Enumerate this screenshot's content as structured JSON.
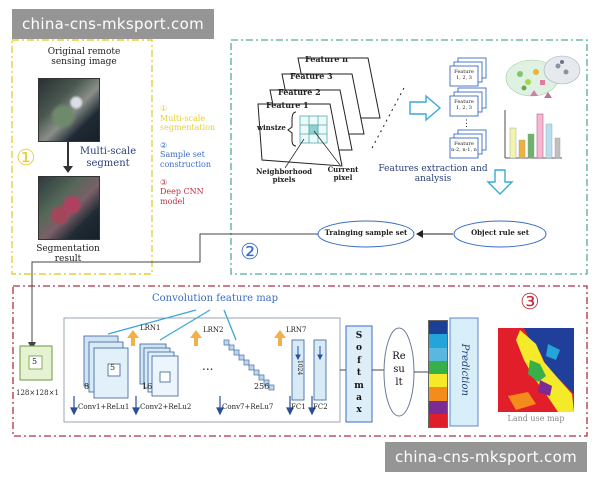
{
  "watermark": {
    "top": "china-cns-mksport.com",
    "bottom": "china-cns-mksport.com"
  },
  "panel1": {
    "number": "①",
    "original_label": "Original remote sensing image",
    "multiscale_label": "Multi-scale segment",
    "segmentation_label": "Segmentation result",
    "steps": [
      {
        "num": "①",
        "text": "Multi-scale segmentation"
      },
      {
        "num": "②",
        "text": "Sample set construction"
      },
      {
        "num": "③",
        "text": "Deep CNN model"
      }
    ]
  },
  "panel2": {
    "number": "②",
    "features": [
      "Feature n",
      "Feature 3",
      "Feature 2",
      "Feature 1"
    ],
    "winsize": "winsize",
    "neighborhood": "Neighborhood pixels",
    "current": "Current pixel",
    "features_extraction": "Features extraction and analysis",
    "training_set": "Trainging sample set",
    "object_rule": "Object rule set",
    "mini_features": [
      "Feature 1, 2, 3",
      "Feature 1, 2, 3",
      "Feature n-2, n-1, n"
    ]
  },
  "panel3": {
    "number": "③",
    "title": "Convolution feature map",
    "input_kernel": "5",
    "input_size": "128×128×1",
    "conv_kernel": "5",
    "channels": [
      "8",
      "16",
      "256"
    ],
    "ellipsis": "...",
    "lrn": [
      "LRN1",
      "LRN2",
      "LRN7"
    ],
    "fc_size": "1024",
    "bottom_labels": [
      "Conv1+ReLu1",
      "Conv2+ReLu2",
      "Conv7+ReLu7",
      "FC1",
      "FC2"
    ],
    "softmax": [
      "S",
      "o",
      "f",
      "t",
      "m",
      "a",
      "x"
    ],
    "result": [
      "Re",
      "su",
      "lt"
    ],
    "prediction": "Prediction",
    "landuse": "Land use map",
    "legend_colors": [
      "#1e3f96",
      "#24a4d8",
      "#5ab8e0",
      "#38b04a",
      "#f4ea2a",
      "#f48c1c",
      "#7a2b96",
      "#e01e2a"
    ]
  }
}
